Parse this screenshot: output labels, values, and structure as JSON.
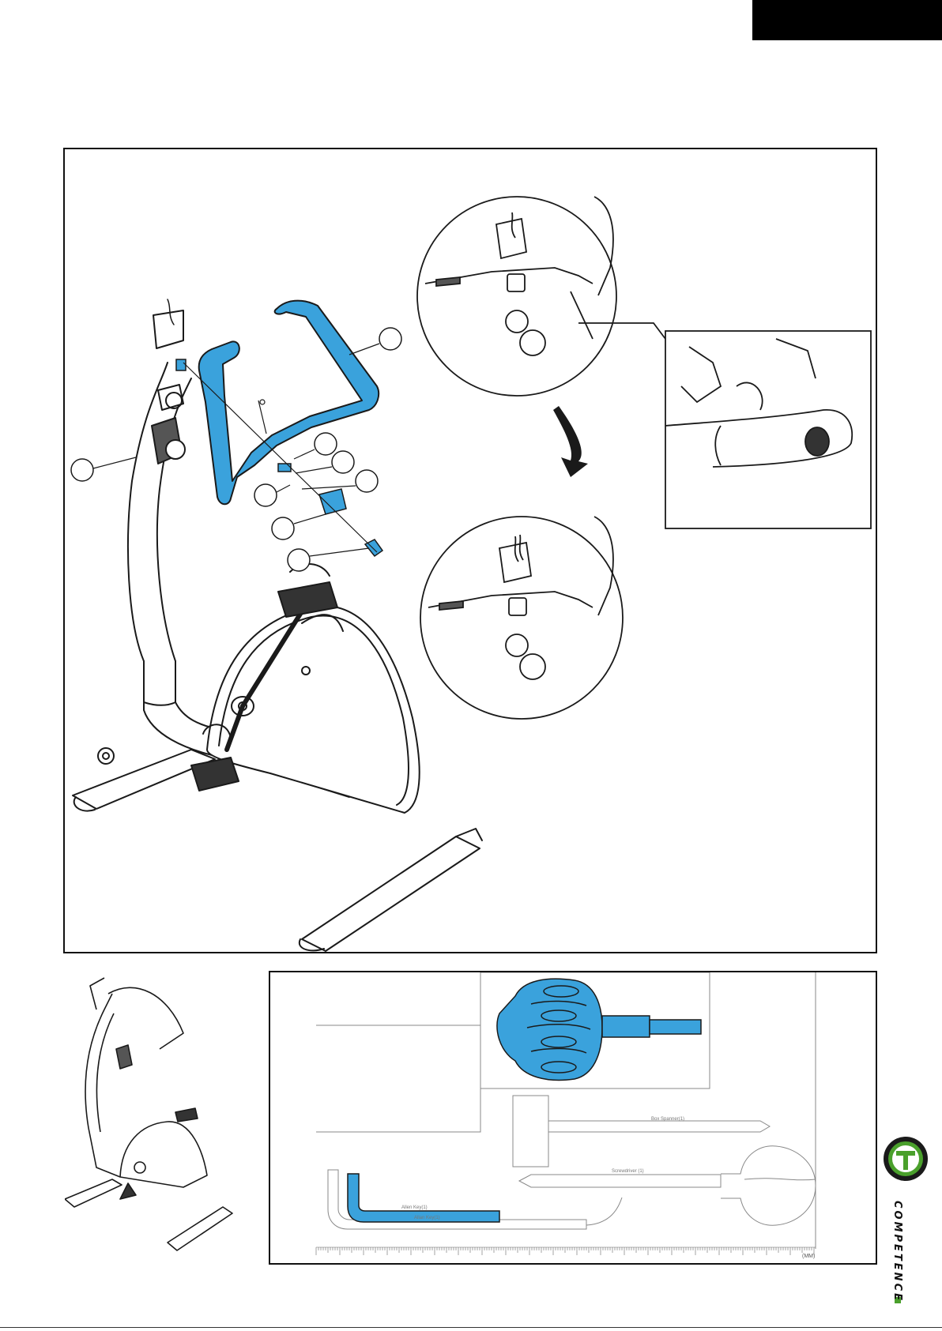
{
  "colors": {
    "highlight": "#3aa2dc",
    "line": "#1a1a1a",
    "brand_green": "#4aa02c"
  },
  "tools": {
    "box_spanner_label": "Box Spanner(1)",
    "screwdriver_label": "Screwdriver (1)",
    "allen_key_label_1": "Allen Key(1)",
    "allen_key_label_2": "Allan Key(1)",
    "ruler_unit": "(MM)"
  },
  "brand": {
    "name": "COMPETENCE",
    "logo_letter": "T"
  }
}
